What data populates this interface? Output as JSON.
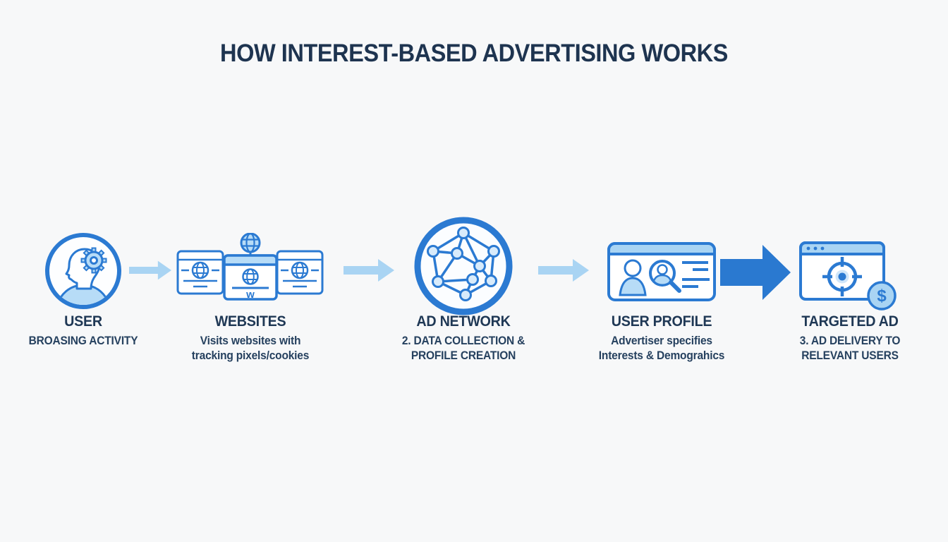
{
  "title": "HOW INTEREST-BASED ADVERTISING WORKS",
  "colors": {
    "background": "#f7f8f9",
    "stroke_blue": "#2b7ad2",
    "fill_light_blue": "#b7dcf7",
    "arrow_light": "#a9d4f3",
    "arrow_dark": "#2a79d0",
    "text_navy": "#1f3855"
  },
  "steps": [
    {
      "label": "USER",
      "sublabel": "BROASING ACTIVITY",
      "icon": "user-head-gear-icon"
    },
    {
      "label": "WEBSITES",
      "sublabel": "Visits websites with\ntracking pixels/cookies",
      "icon": "browser-windows-globe-icon"
    },
    {
      "label": "AD NETWORK",
      "sublabel": "2. DATA COLLECTION &\nPROFILE CREATION",
      "icon": "network-graph-icon"
    },
    {
      "label": "USER PROFILE",
      "sublabel": "Advertiser specifies\nInterests & Demograhics",
      "icon": "profile-card-search-icon"
    },
    {
      "label": "TARGETED AD",
      "sublabel": "3. AD DELIVERY TO\nRELEVANT USERS",
      "icon": "target-browser-dollar-icon"
    }
  ],
  "glyphs": {
    "website_letter": "w",
    "dollar_sign": "$"
  }
}
